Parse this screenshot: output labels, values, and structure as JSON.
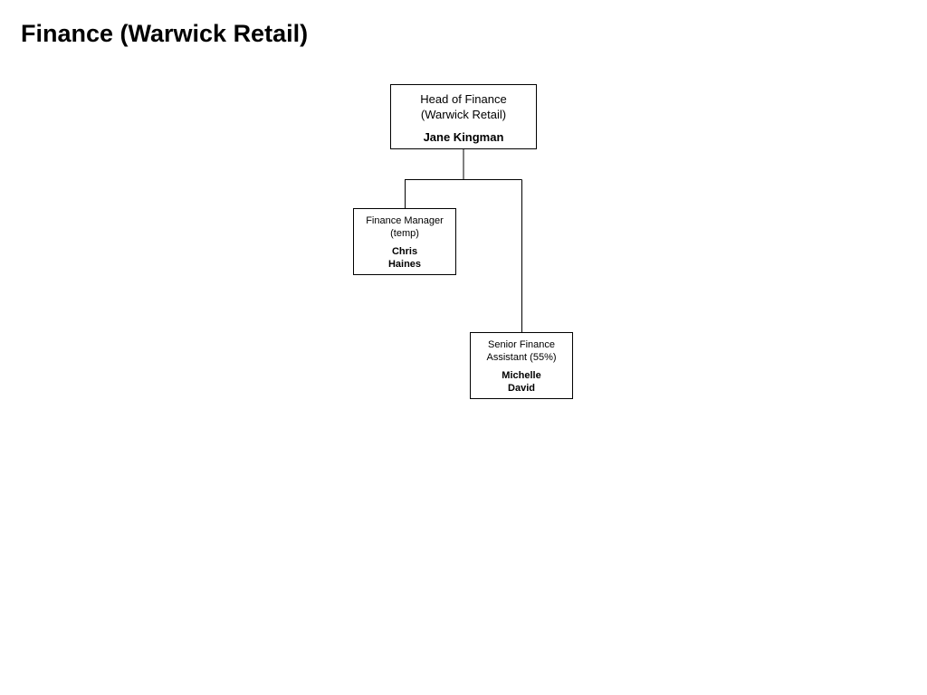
{
  "page": {
    "title": "Finance (Warwick Retail)"
  },
  "org_chart": {
    "head": {
      "role": "Head of Finance (Warwick Retail)",
      "name": "Jane Kingman"
    },
    "reports": [
      {
        "role": "Finance Manager (temp)",
        "name": "Chris Haines"
      },
      {
        "role": "Senior Finance Assistant (55%)",
        "name": "Michelle David"
      }
    ],
    "colors": {
      "line": "#000000",
      "box_border": "#000000",
      "background": "#ffffff"
    }
  }
}
